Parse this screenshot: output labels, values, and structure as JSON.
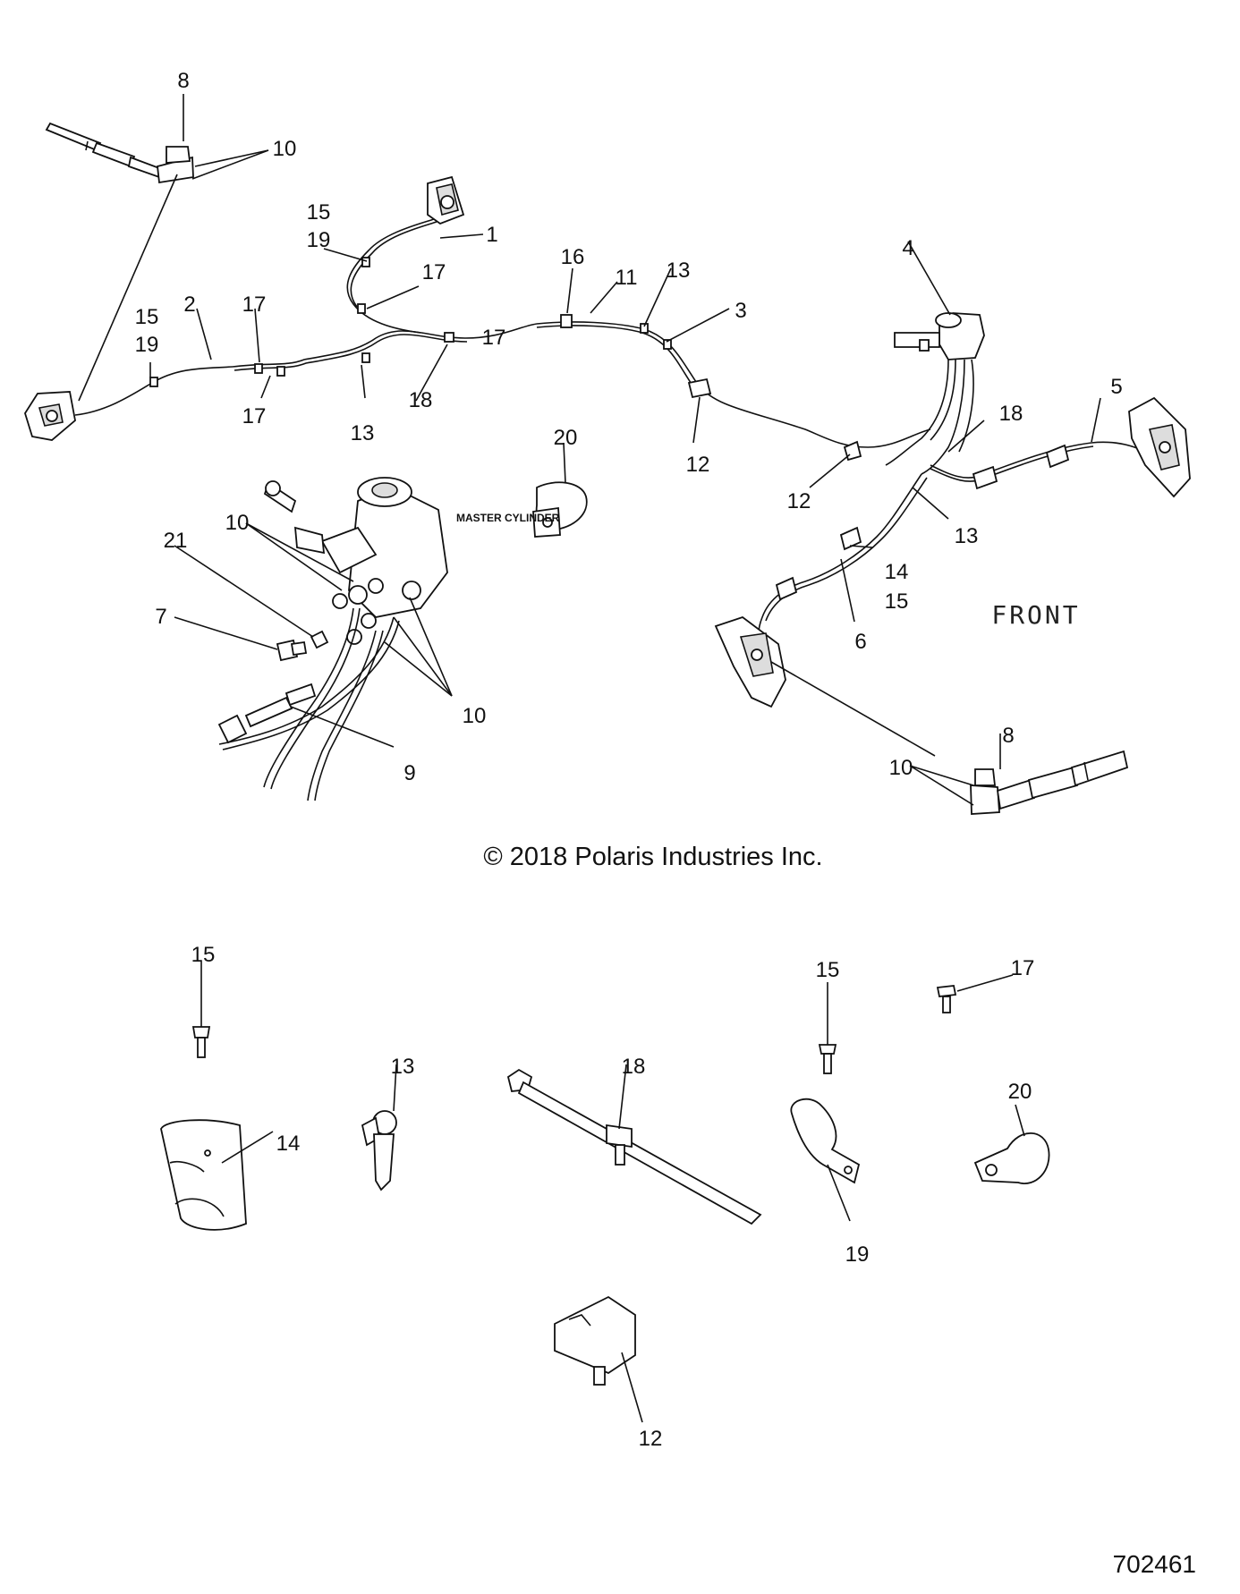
{
  "figure_number": "702461",
  "copyright": "© 2018 Polaris Industries Inc.",
  "front_label": "FRONT",
  "master_cylinder_tag": "MASTER CYLINDER",
  "callouts": {
    "c8a": "8",
    "c10a": "10",
    "c15a": "15",
    "c19a": "19",
    "c1": "1",
    "c2": "2",
    "c15b": "15",
    "c19b": "19",
    "c17a": "17",
    "c17b": "17",
    "c17c": "17",
    "c17d": "17",
    "c13a": "13",
    "c18a": "18",
    "c16": "16",
    "c11": "11",
    "c13b": "13",
    "c3": "3",
    "c12a": "12",
    "c4": "4",
    "c18b": "18",
    "c5": "5",
    "c12b": "12",
    "c13c": "13",
    "c14a": "14",
    "c15c": "15",
    "c6": "6",
    "c20a": "20",
    "c21": "21",
    "c10b": "10",
    "c7": "7",
    "c10c": "10",
    "c9": "9",
    "c8b": "8",
    "c10d": "10",
    "c15d": "15",
    "c15e": "15",
    "c17e": "17",
    "c13d": "13",
    "c18c": "18",
    "c14b": "14",
    "c20b": "20",
    "c19c": "19",
    "c12c": "12"
  }
}
